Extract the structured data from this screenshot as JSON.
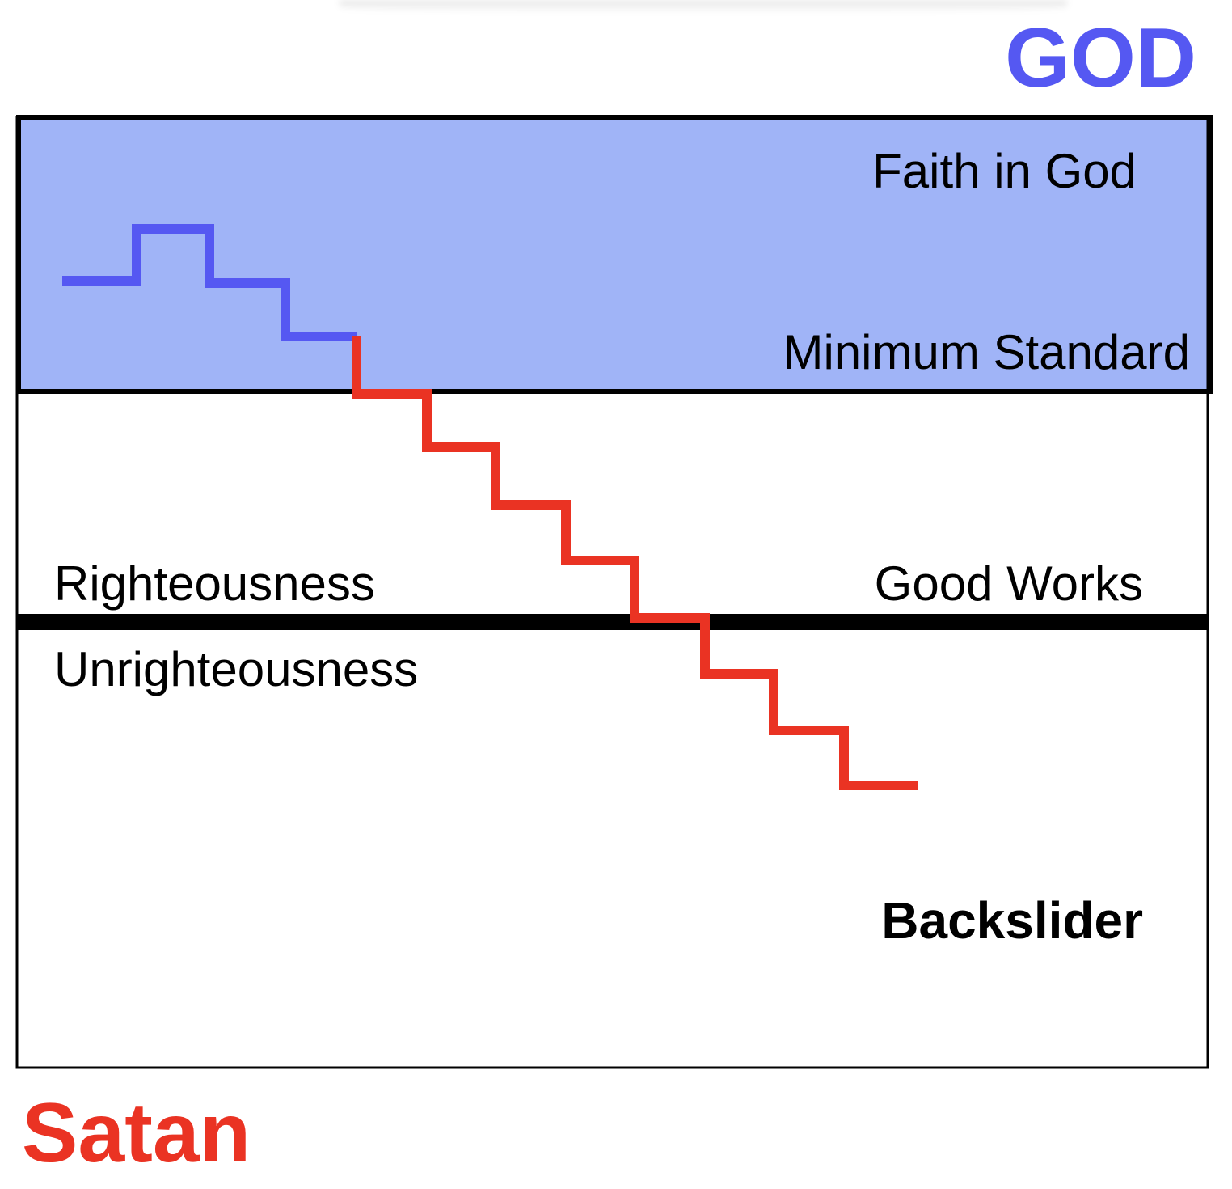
{
  "labels": {
    "top": "GOD",
    "bottom": "Satan",
    "faith": "Faith in God",
    "minimum_standard": "Minimum Standard",
    "righteousness": "Righteousness",
    "good_works": "Good Works",
    "unrighteousness": "Unrighteousness",
    "backslider": "Backslider"
  },
  "colors": {
    "god": "#5558f2",
    "satan": "#ea3323",
    "faith_zone": "#a0b4f7",
    "border": "#000000",
    "stair_upper": "#5558f2",
    "stair_lower": "#ea3323"
  }
}
